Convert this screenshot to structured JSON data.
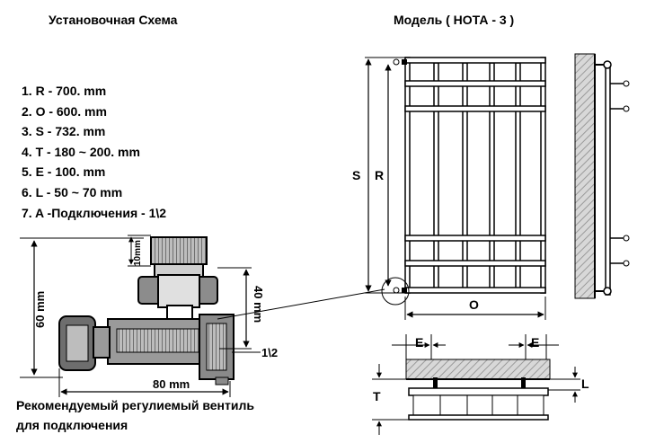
{
  "left_title": "Установочная Схема",
  "right_title": "Модель ( НОТА - 3 )",
  "specs": [
    "1. R - 700. mm",
    "2. O - 600. mm",
    "3. S - 732. mm",
    "4. T - 180 ~ 200. mm",
    "5. E - 100. mm",
    "6. L - 50 ~ 70 mm",
    "7. A -Подключения - 1\\2"
  ],
  "valve": {
    "height_label": "60 mm",
    "width_label": "80 mm",
    "top_label": "10mm",
    "side_label": "40 mm",
    "thread_label": "1\\2"
  },
  "radiator": {
    "s_label": "S",
    "r_label": "R",
    "o_label": "O",
    "e_left_label": "E",
    "e_right_label": "E",
    "l_label": "L",
    "t_label": "T"
  },
  "note_lines": [
    "Рекомендуемый регулиемый вентиль",
    "для подключения"
  ]
}
